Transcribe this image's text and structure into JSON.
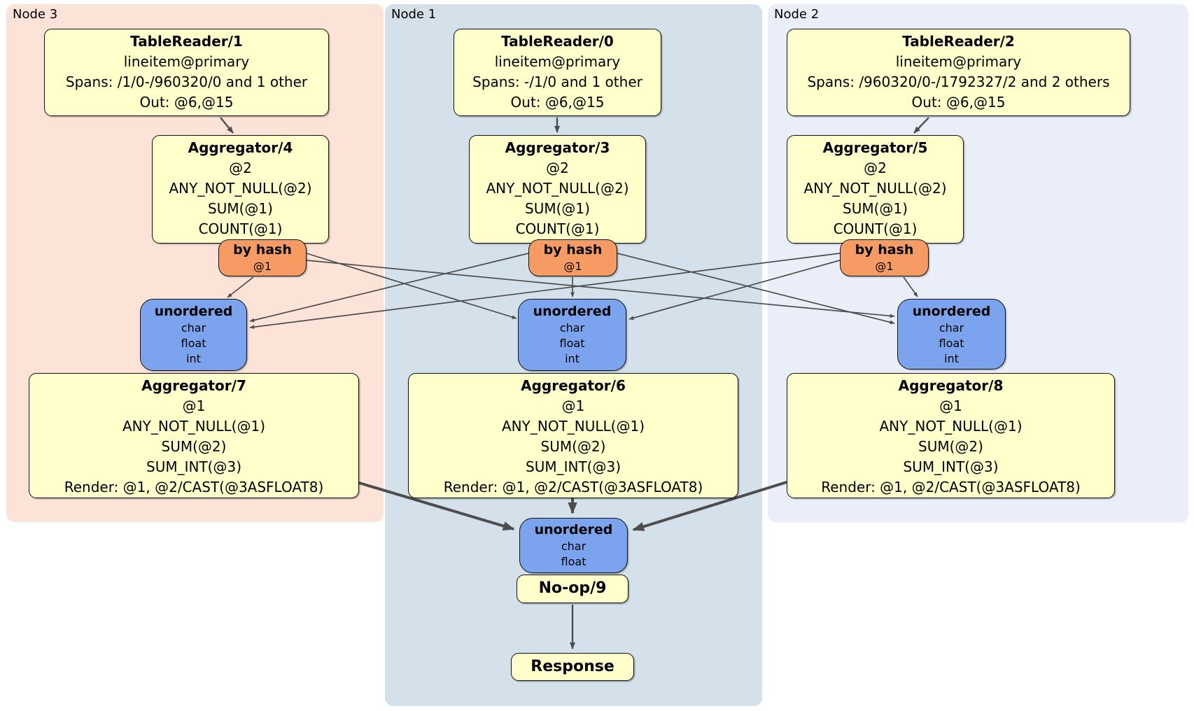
{
  "regions": [
    {
      "label": "Node 3",
      "table_reader": {
        "title": "TableReader/1",
        "lines": [
          "lineitem@primary",
          "Spans: /1/0-/960320/0 and 1 other",
          "Out: @6,@15"
        ]
      },
      "aggregator_top": {
        "title": "Aggregator/4",
        "lines": [
          "@2",
          "ANY_NOT_NULL(@2)",
          "SUM(@1)",
          "COUNT(@1)"
        ]
      },
      "router": {
        "title": "by hash",
        "lines": [
          "@1"
        ]
      },
      "sync": {
        "title": "unordered",
        "lines": [
          "char",
          "float",
          "int"
        ]
      },
      "aggregator_bottom": {
        "title": "Aggregator/7",
        "lines": [
          "@1",
          "ANY_NOT_NULL(@1)",
          "SUM(@2)",
          "SUM_INT(@3)",
          "Render: @1, @2/CAST(@3ASFLOAT8)"
        ]
      }
    },
    {
      "label": "Node 1",
      "table_reader": {
        "title": "TableReader/0",
        "lines": [
          "lineitem@primary",
          "Spans: -/1/0 and 1 other",
          "Out: @6,@15"
        ]
      },
      "aggregator_top": {
        "title": "Aggregator/3",
        "lines": [
          "@2",
          "ANY_NOT_NULL(@2)",
          "SUM(@1)",
          "COUNT(@1)"
        ]
      },
      "router": {
        "title": "by hash",
        "lines": [
          "@1"
        ]
      },
      "sync": {
        "title": "unordered",
        "lines": [
          "char",
          "float",
          "int"
        ]
      },
      "aggregator_bottom": {
        "title": "Aggregator/6",
        "lines": [
          "@1",
          "ANY_NOT_NULL(@1)",
          "SUM(@2)",
          "SUM_INT(@3)",
          "Render: @1, @2/CAST(@3ASFLOAT8)"
        ]
      }
    },
    {
      "label": "Node 2",
      "table_reader": {
        "title": "TableReader/2",
        "lines": [
          "lineitem@primary",
          "Spans: /960320/0-/1792327/2 and 2 others",
          "Out: @6,@15"
        ]
      },
      "aggregator_top": {
        "title": "Aggregator/5",
        "lines": [
          "@2",
          "ANY_NOT_NULL(@2)",
          "SUM(@1)",
          "COUNT(@1)"
        ]
      },
      "router": {
        "title": "by hash",
        "lines": [
          "@1"
        ]
      },
      "sync": {
        "title": "unordered",
        "lines": [
          "char",
          "float",
          "int"
        ]
      },
      "aggregator_bottom": {
        "title": "Aggregator/8",
        "lines": [
          "@1",
          "ANY_NOT_NULL(@1)",
          "SUM(@2)",
          "SUM_INT(@3)",
          "Render: @1, @2/CAST(@3ASFLOAT8)"
        ]
      }
    }
  ],
  "final": {
    "sync": {
      "title": "unordered",
      "lines": [
        "char",
        "float"
      ]
    },
    "noop": {
      "title": "No-op/9"
    },
    "response": {
      "title": "Response"
    }
  },
  "colors": {
    "node3_bg": "#fce3d7",
    "node1_bg": "#d4e1ea",
    "node2_bg": "#e9eef9",
    "processor_fill": "#ffffcc",
    "router_fill": "#f59b63",
    "sync_fill": "#7ba3ee",
    "edge": "#4d4d4d"
  }
}
